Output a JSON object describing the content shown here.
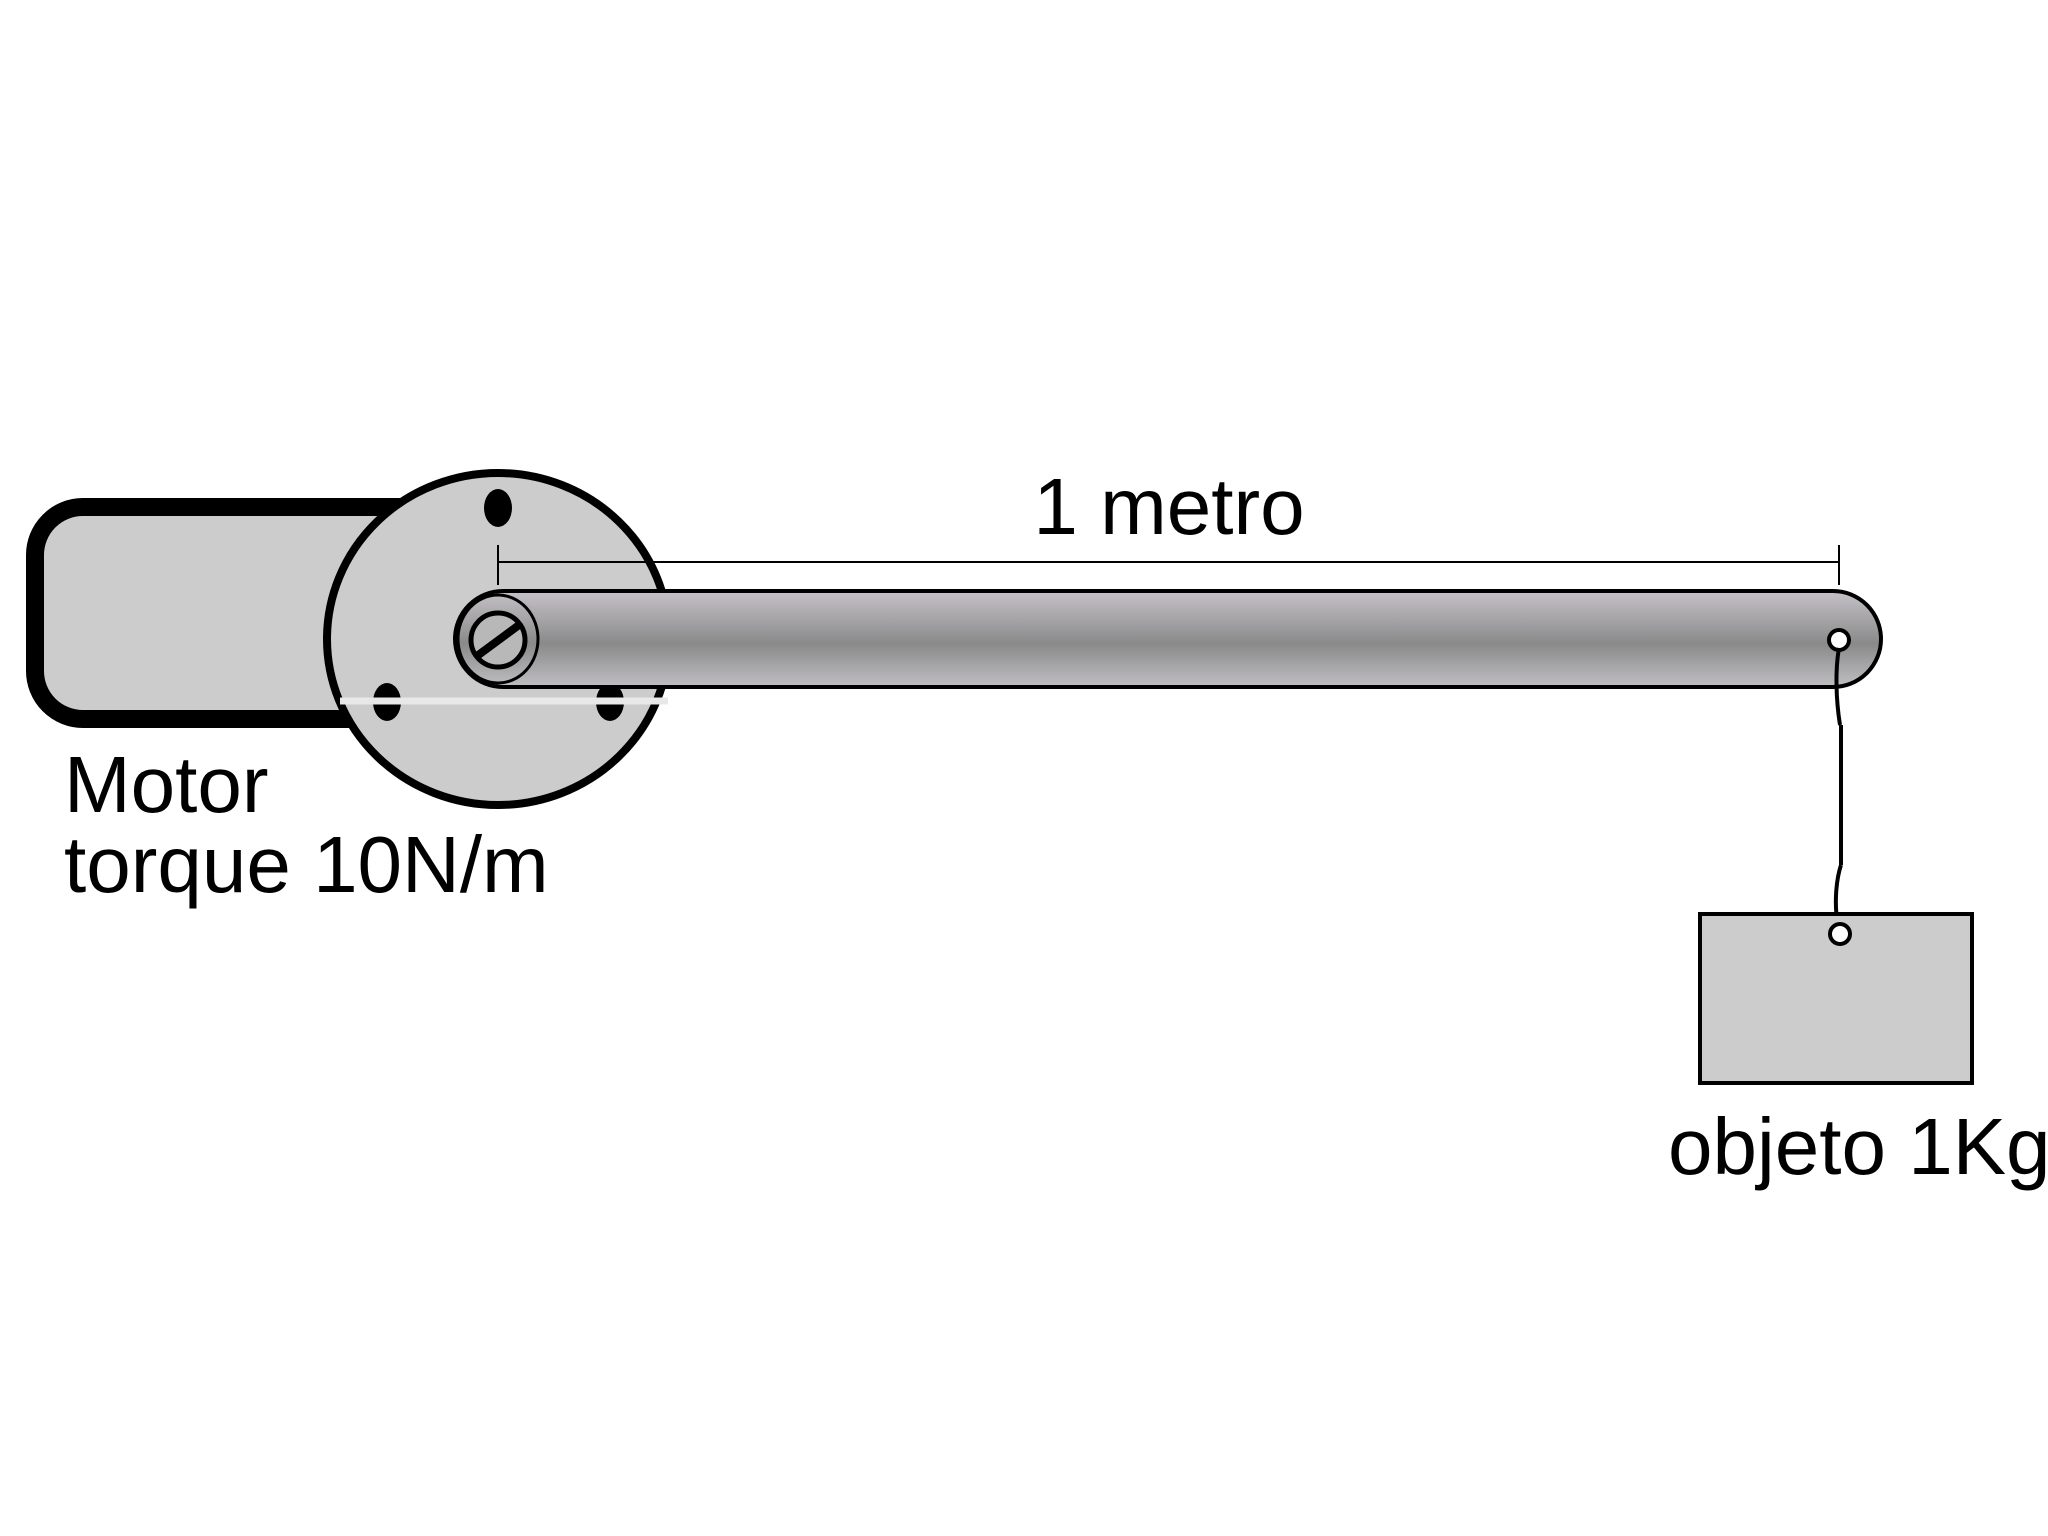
{
  "labels": {
    "length": "1 metro",
    "motor": "Motor",
    "torque": "torque 10N/m",
    "object": "objeto 1Kg"
  },
  "colors": {
    "motor_fill": "#cccccc",
    "outline": "#000000",
    "bar_light": "#c4c0c6",
    "bar_dark": "#8a8a8a",
    "object_fill": "#cccccc"
  }
}
